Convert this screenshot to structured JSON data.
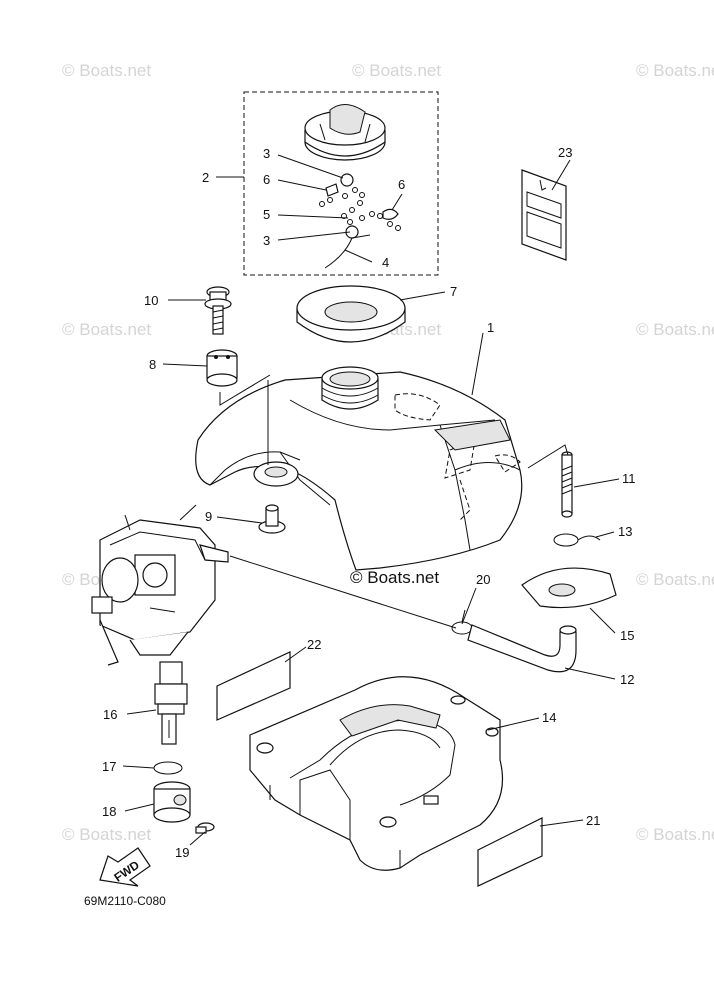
{
  "watermark": "© Boats.net",
  "diagram_code": "69M2110-C080",
  "fwd_label": "FWD",
  "callouts": {
    "c1": "1",
    "c2": "2",
    "c3a": "3",
    "c3b": "3",
    "c4": "4",
    "c5": "5",
    "c6a": "6",
    "c6b": "6",
    "c7": "7",
    "c8": "8",
    "c9": "9",
    "c10": "10",
    "c11": "11",
    "c12": "12",
    "c13": "13",
    "c14": "14",
    "c15": "15",
    "c16": "16",
    "c17": "17",
    "c18": "18",
    "c19": "19",
    "c20": "20",
    "c21": "21",
    "c22": "22",
    "c23": "23"
  }
}
